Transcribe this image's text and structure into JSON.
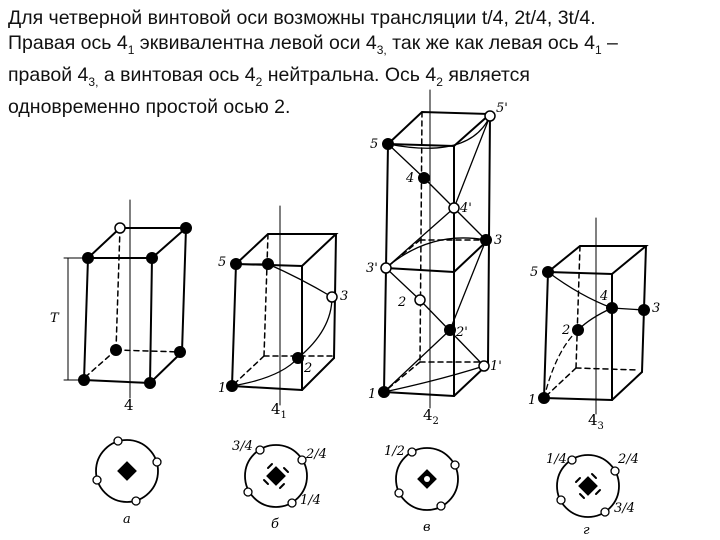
{
  "text": {
    "line1": "Для четверной винтовой оси возможны трансляции  t/4, 2t/4, 3t/4.",
    "line2_a": "Правая ось 4",
    "line2_sub1": "1",
    "line2_b": " эквивалентна левой оси 4",
    "line2_sub2": "3,",
    "line2_c": " так же как левая ось 4",
    "line2_sub3": "1",
    "line2_d": " –",
    "line3_a": "правой  4",
    "line3_sub1": "3,",
    "line3_b": "  а  винтовая  ось  4",
    "line3_sub2": "2",
    "line3_c": "  нейтральна.  Ось  4",
    "line3_sub3": "2",
    "line3_d": "    является",
    "line4": "одновременно простой осью 2."
  },
  "figures": {
    "axis_4": {
      "caption": "4",
      "height_label": "T"
    },
    "axis_4_1": {
      "caption_main": "4",
      "caption_sub": "1",
      "labels": [
        "5",
        "3",
        "2",
        "1"
      ]
    },
    "axis_4_2": {
      "caption_main": "4",
      "caption_sub": "2",
      "labels": [
        "5'",
        "5",
        "4",
        "4'",
        "3",
        "3'",
        "2",
        "2'",
        "1'",
        "1"
      ]
    },
    "axis_4_3": {
      "caption_main": "4",
      "caption_sub": "3",
      "labels": [
        "5",
        "4",
        "3",
        "2",
        "1"
      ]
    }
  },
  "projections": [
    {
      "letter": "а",
      "fractions": []
    },
    {
      "letter": "б",
      "fractions": [
        "3/4",
        "2/4",
        "1/4"
      ]
    },
    {
      "letter": "в",
      "fractions": [
        "1/2"
      ]
    },
    {
      "letter": "г",
      "fractions": [
        "1/4",
        "2/4",
        "3/4"
      ]
    }
  ]
}
